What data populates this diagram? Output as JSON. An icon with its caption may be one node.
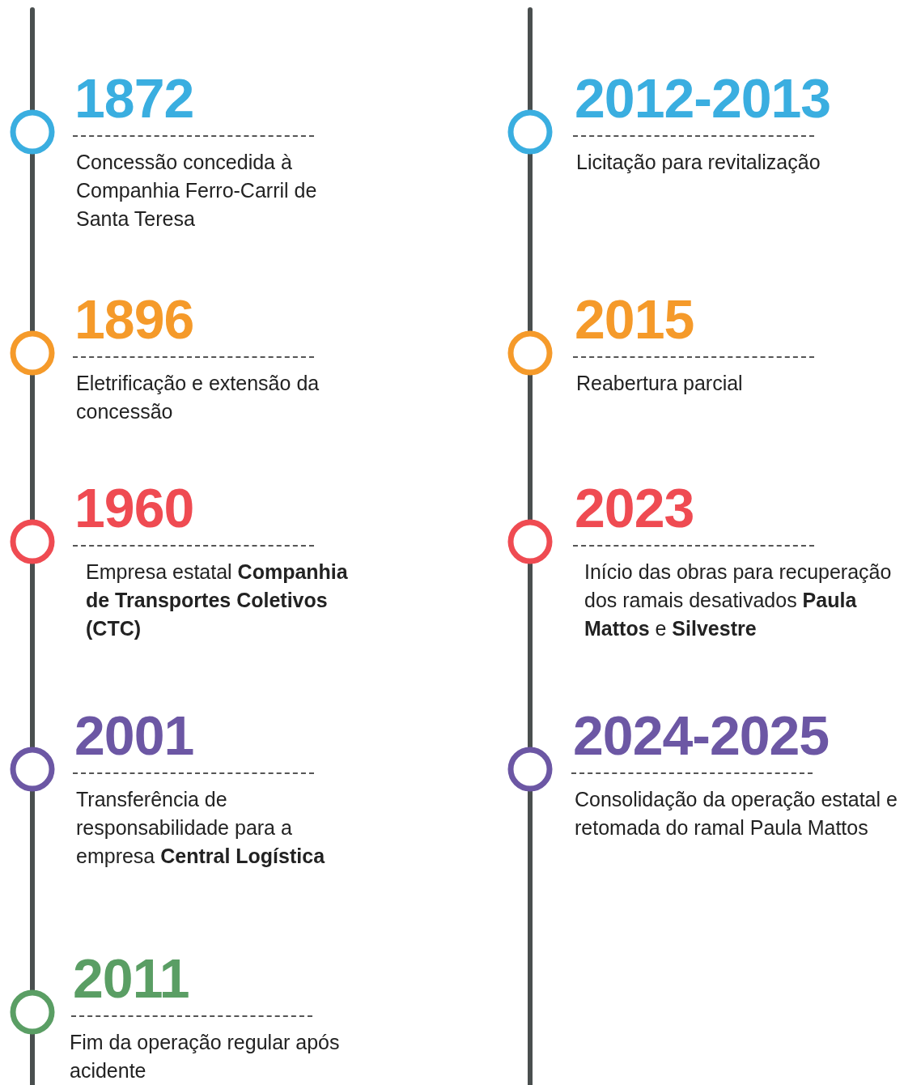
{
  "diagram": {
    "nodes": [
      {
        "text": [
          "1872",
          "Concessão concedida à Companhia Ferro-Carril de Santa Teresa"
        ]
      },
      {
        "text": [
          "1896",
          "Eletrificação e extensão da concessão"
        ]
      },
      {
        "text": [
          "1960",
          "Empresa estatal **Companhia de Transportes Coletivos (CTC)**"
        ]
      },
      {
        "text": [
          "2001",
          "Transferência de responsabilidade para a empresa **Central Logística**"
        ]
      },
      {
        "text": [
          "2011",
          "Fim da operação regular após acidente"
        ]
      },
      {
        "text": [
          "2012-2013",
          "Licitação para revitalização"
        ]
      },
      {
        "text": [
          "2015",
          "Reabertura parcial"
        ]
      },
      {
        "text": [
          "2023",
          "Início das obras para recuperação dos ramais desativados **Paula Mattos** e **Silvestre**"
        ]
      },
      {
        "text": [
          "2024-2025",
          "Consolidação da operação estatal e retomada do ramal Paula Mattos"
        ]
      }
    ]
  }
}
